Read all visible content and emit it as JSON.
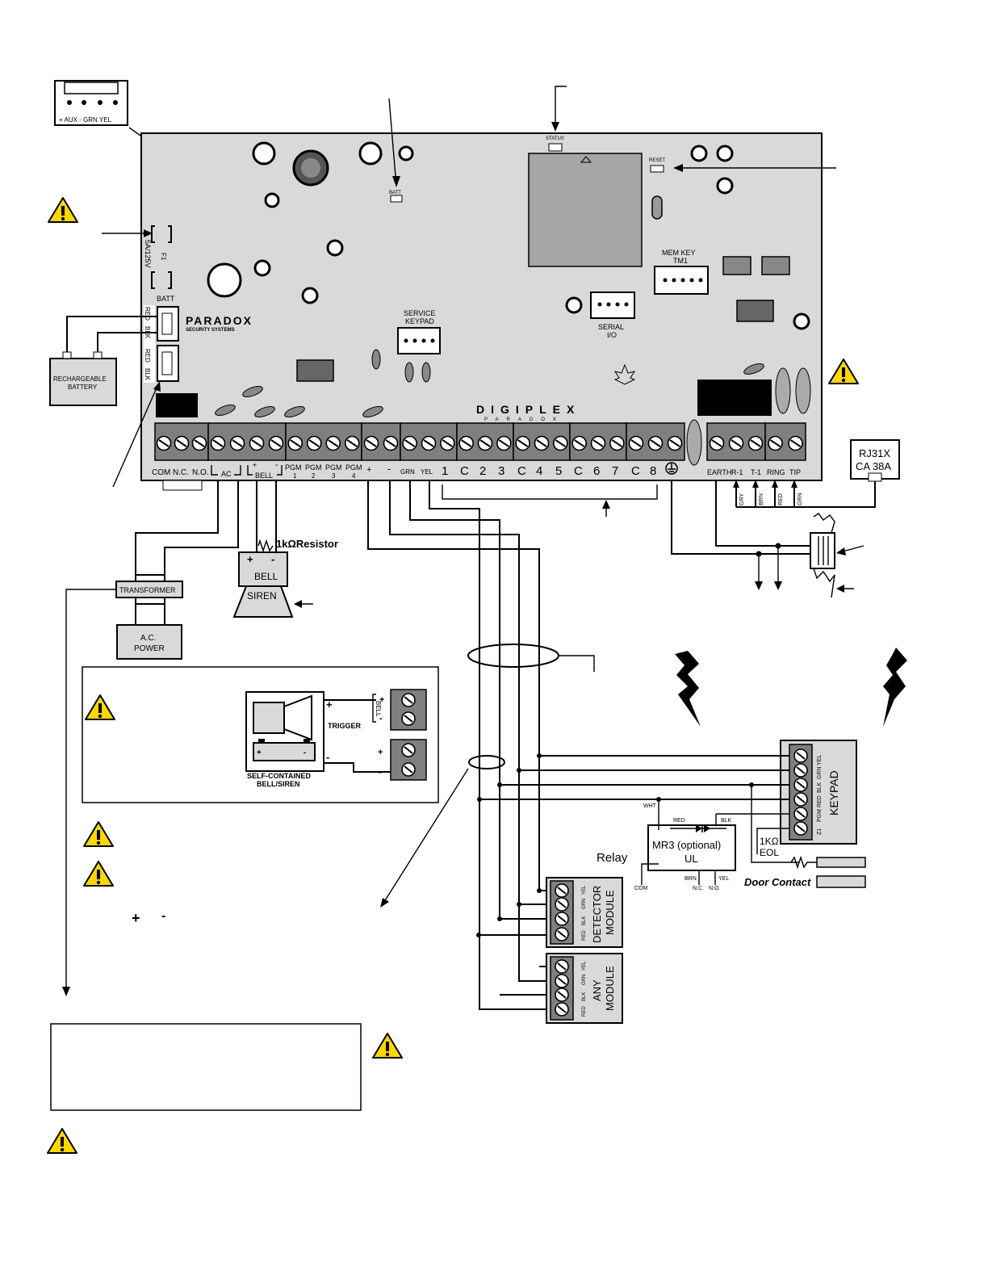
{
  "connector_top": {
    "label": "+ AUX - GRN YEL"
  },
  "board": {
    "status": "STATUS",
    "reset": "RESET",
    "batt_led": "BATT",
    "fuse": "5A/125V",
    "fuse_id": "F1",
    "batt": "BATT",
    "batt_wires": [
      "RED",
      "BLK",
      "RED",
      "BLK"
    ],
    "brand": "PARADOX",
    "brand_sub": "SECURITY SYSTEMS",
    "service_keypad": [
      "SERVICE",
      "KEYPAD"
    ],
    "serial_io": [
      "SERIAL",
      "I/O"
    ],
    "mem_key": [
      "MEM KEY",
      "TM1"
    ],
    "digiplex": "DIGIPLEX",
    "digiplex_sub": "PARADOX"
  },
  "terminals": {
    "left": [
      "COM",
      "N.C.",
      "N.O.",
      "AC",
      "BELL",
      "PGM",
      "PGM",
      "PGM",
      "PGM",
      "+",
      "-",
      "GRN",
      "YEL"
    ],
    "pgm_nums": [
      "1",
      "2",
      "3",
      "4"
    ],
    "zones": [
      "1",
      "C",
      "2",
      "3",
      "C",
      "4",
      "5",
      "C",
      "6",
      "7",
      "C",
      "8"
    ],
    "phone": [
      "EARTH",
      "R-1",
      "T-1",
      "RING",
      "TIP"
    ],
    "phone_wires": [
      "GRY",
      "BRN",
      "RED",
      "GRN"
    ]
  },
  "battery": {
    "label": [
      "RECHARGEABLE",
      "BATTERY"
    ]
  },
  "transformer": {
    "label": "TRANSFORMER"
  },
  "ac_power": {
    "label": [
      "A.C.",
      "POWER"
    ]
  },
  "bell": {
    "label": "BELL",
    "resistor": "1kΩResistor",
    "siren": "SIREN"
  },
  "rj31x": {
    "label": [
      "RJ31X",
      "CA 38A"
    ]
  },
  "self_contained": {
    "trigger": "TRIGGER",
    "label": [
      "SELF-CONTAINED",
      "BELL/SIREN"
    ],
    "bell_label": "BELL"
  },
  "keypad": {
    "label": "KEYPAD",
    "terms": [
      "YEL",
      "GRN",
      "BLK",
      "RED",
      "PGM",
      "Z1"
    ]
  },
  "mr3": {
    "label": [
      "MR3 (optional)",
      "UL"
    ],
    "wires": [
      "WHT",
      "RED",
      "BLK",
      "BRN",
      "YEL"
    ],
    "com": "COM",
    "nc": "N.C.",
    "no": "N.O."
  },
  "relay": "Relay",
  "eol": [
    "1KΩ",
    "EOL"
  ],
  "door_contact": "Door Contact",
  "detector_module": {
    "label": [
      "DETECTOR",
      "MODULE"
    ],
    "terms": [
      "RED",
      "BLK",
      "GRN",
      "YEL"
    ]
  },
  "any_module": {
    "label": [
      "ANY",
      "MODULE"
    ],
    "terms": [
      "RED",
      "BLK",
      "GRN",
      "YEL"
    ]
  },
  "plus_minus": [
    "+",
    "-"
  ],
  "colors": {
    "board": "#d9d9d9",
    "warning": "#ffd700",
    "terminal": "#7f7f7f"
  }
}
